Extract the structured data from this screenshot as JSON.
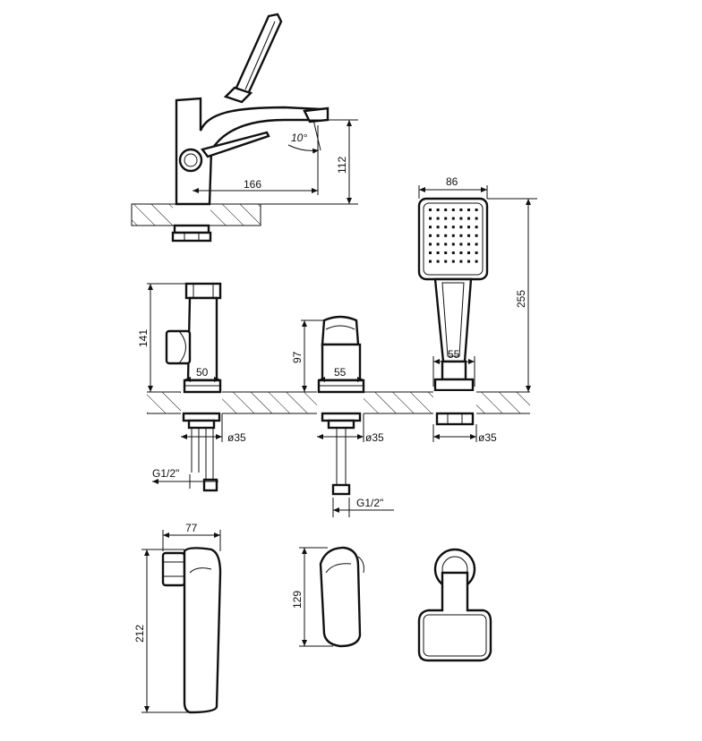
{
  "drawing": {
    "spout_view": {
      "length_label": "166",
      "height_label": "112",
      "angle_label": "10°"
    },
    "handshower_view": {
      "width_label": "86",
      "height_label": "255",
      "base_label": "55",
      "hole_label": "ø35"
    },
    "mixer_section": {
      "height_label": "141",
      "base_label": "50",
      "hole_label": "ø35",
      "thread_label": "G1/2\""
    },
    "diverter_section": {
      "height_label": "97",
      "base_label": "55",
      "hole_label": "ø35",
      "thread_label": "G1/2\""
    },
    "lever_view": {
      "width_label": "77",
      "height_label": "212"
    },
    "knob_view": {
      "height_label": "129"
    }
  }
}
